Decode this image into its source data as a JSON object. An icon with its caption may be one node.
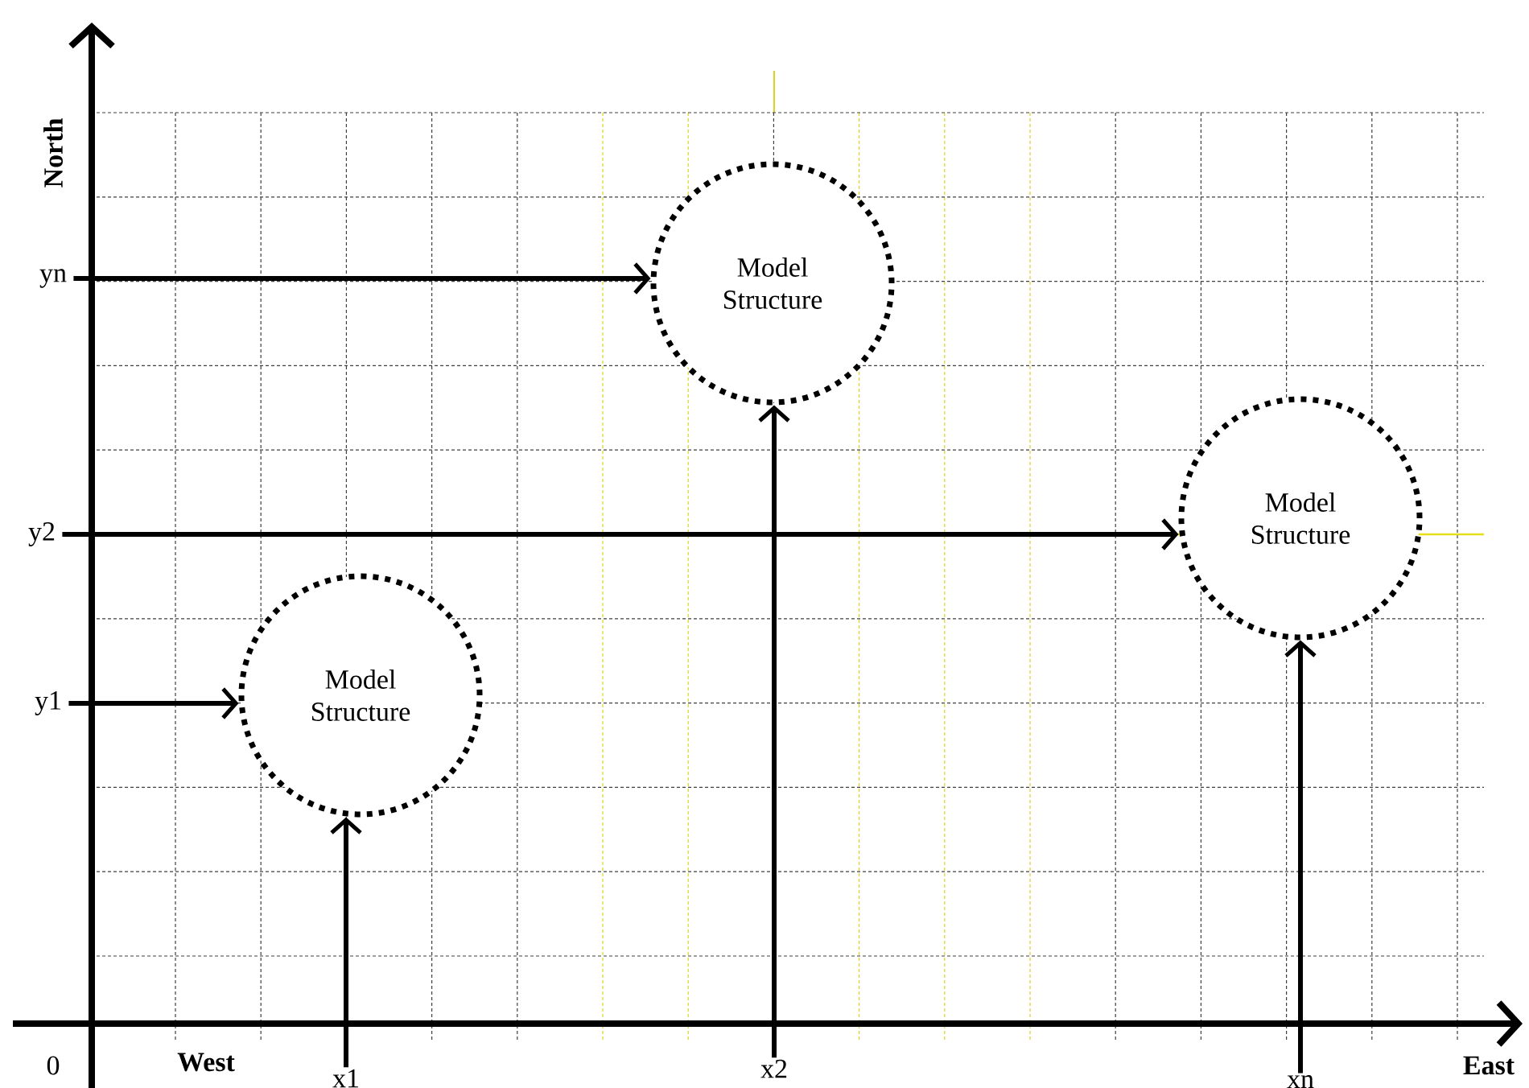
{
  "diagram": {
    "nodes": [
      {
        "text": [
          "Model Structure"
        ]
      },
      {
        "text": [
          "Model Structure"
        ]
      },
      {
        "text": [
          "Model Structure"
        ]
      },
      {
        "text": [
          "yn"
        ]
      },
      {
        "text": [
          "y2"
        ]
      },
      {
        "text": [
          "y1"
        ]
      },
      {
        "text": [
          "x1"
        ]
      },
      {
        "text": [
          "x2"
        ]
      },
      {
        "text": [
          "xn"
        ]
      }
    ],
    "edges": [
      {
        "from": 3,
        "to": 0,
        "arrow": "to"
      },
      {
        "from": 4,
        "to": 1,
        "arrow": "to"
      },
      {
        "from": 5,
        "to": 2,
        "arrow": "to"
      },
      {
        "from": 6,
        "to": 2,
        "arrow": "to"
      },
      {
        "from": 7,
        "to": 0,
        "arrow": "to"
      },
      {
        "from": 8,
        "to": 1,
        "arrow": "to"
      }
    ],
    "labels": [
      "North",
      "0",
      "West",
      "East"
    ]
  }
}
